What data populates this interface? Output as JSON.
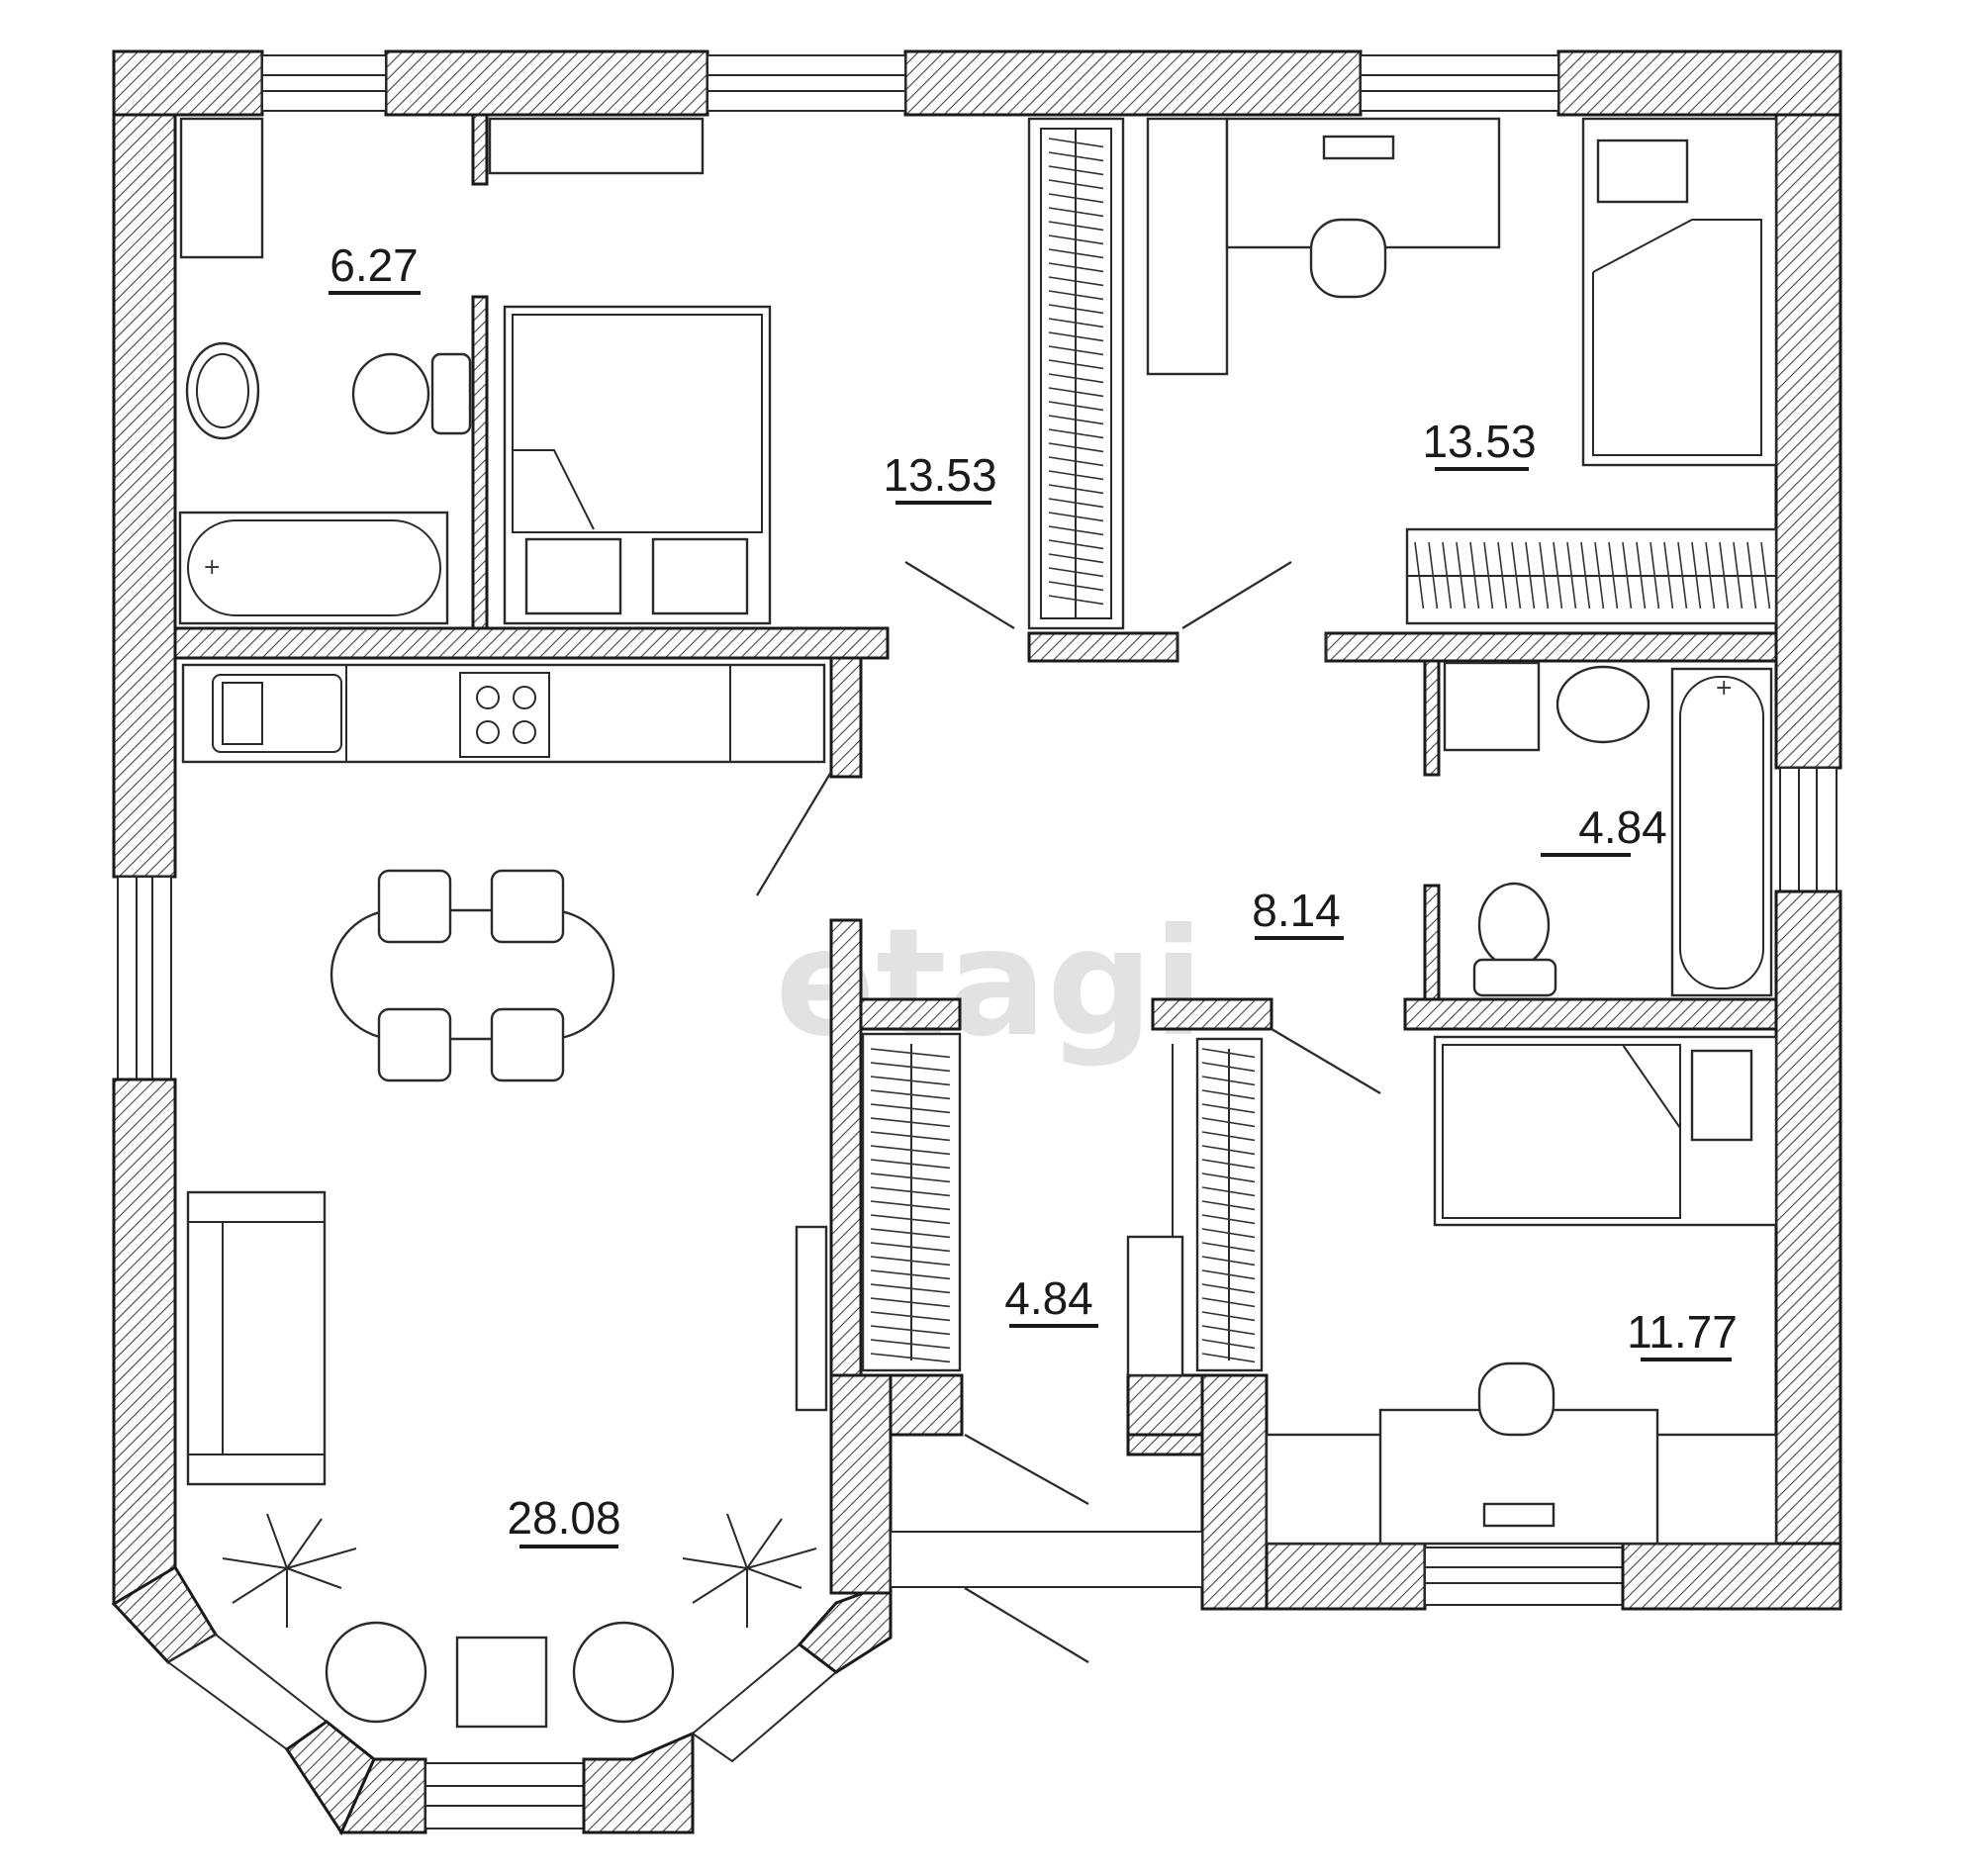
{
  "watermark": "etagi",
  "rooms": {
    "bathroom_1": "6.27",
    "bedroom_1": "13.53",
    "bedroom_2": "13.53",
    "bathroom_2": "4.84",
    "hall": "8.14",
    "corridor": "4.84",
    "bedroom_3": "11.77",
    "living_kitchen": "28.08"
  }
}
